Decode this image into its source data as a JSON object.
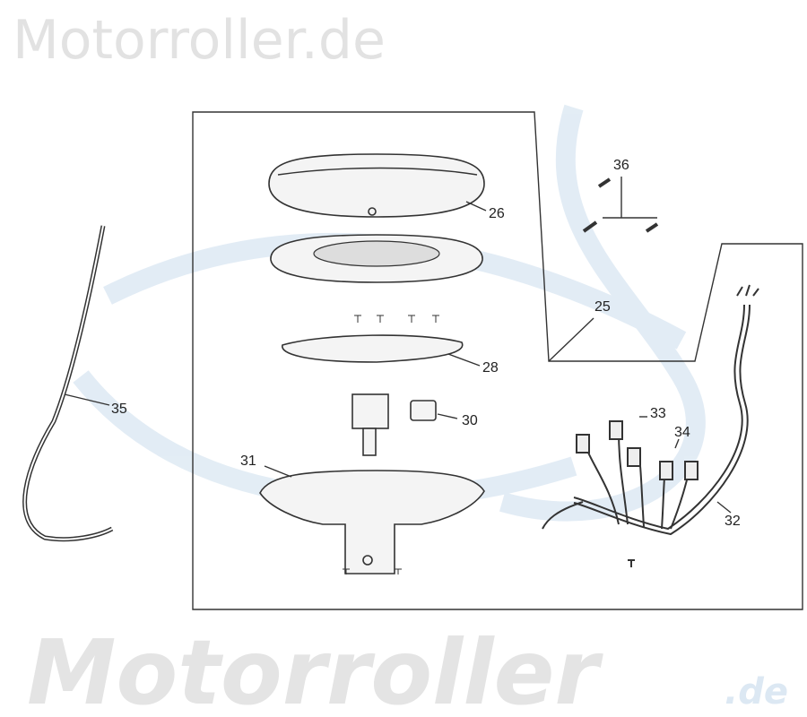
{
  "watermark": {
    "top_text": "Motorroller.de",
    "bottom_text": "Motorroller",
    "bottom_suffix": ".de",
    "color": "#e2e2e2",
    "logo_color": "#dce8f3"
  },
  "callouts": [
    {
      "id": "26"
    },
    {
      "id": "28"
    },
    {
      "id": "30"
    },
    {
      "id": "31"
    },
    {
      "id": "35"
    },
    {
      "id": "36"
    },
    {
      "id": "25"
    },
    {
      "id": "33"
    },
    {
      "id": "34"
    },
    {
      "id": "32"
    }
  ]
}
